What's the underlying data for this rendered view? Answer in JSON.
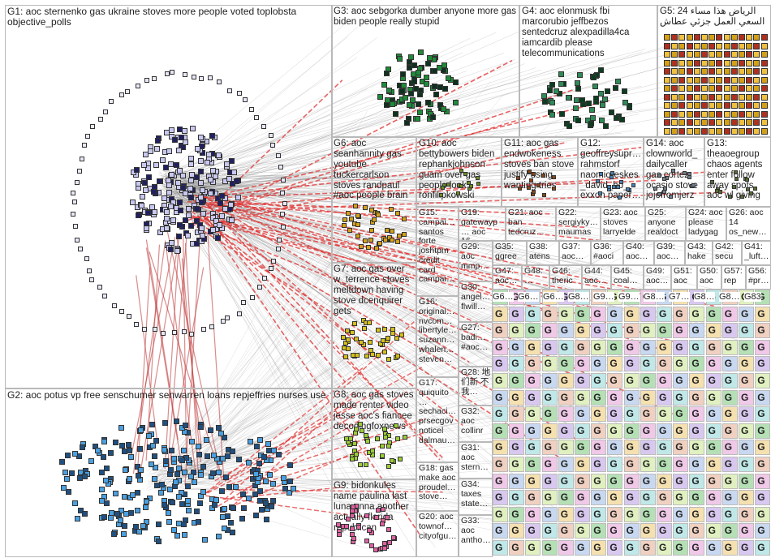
{
  "graph": {
    "title": "",
    "groups": [
      {
        "id": "G1",
        "label": "G1: aoc sternenko gas ukraine stoves more people voted toplobsta objective_polls",
        "color": "#1a1a66"
      },
      {
        "id": "G2",
        "label": "G2: aoc potus vp free senschumer senwarren loans repjeffries nurses use",
        "color": "#2a7fd4"
      },
      {
        "id": "G3",
        "label": "G3: aoc sebgorka dumber anyone more gas biden people really stupid",
        "color": "#1f8a3a"
      },
      {
        "id": "G4",
        "label": "G4: aoc elonmusk fbi marcorubio jeffbezos sentedcruz alexpadilla4ca iamcardib please telecommunications",
        "color": "#2e8b57"
      },
      {
        "id": "G5",
        "label": "G5: الرياض هذا مساء 24 السعي العمل جزئي عطاش",
        "color": "#c0392b"
      },
      {
        "id": "G6",
        "label": "G6: aoc seanhannity gas youtube tuckercarlson stoves randpaul #aoc people brain",
        "color": "#d4a017"
      },
      {
        "id": "G7",
        "label": "G7: aoc gas over w_terrence stoves meltdown having stove dcenquirer gets",
        "color": "#d4c017"
      },
      {
        "id": "G8",
        "label": "G8: aoc gas stoves made renter video jesse aoc's fiancee decodingfoxnews",
        "color": "#9acd32"
      },
      {
        "id": "G9",
        "label": "G9: bidonkules name paulina last luna anna another actually florida republican",
        "color": "#e060a0"
      },
      {
        "id": "G10",
        "label": "G10: aoc bettybowers biden rephankjohnson guam over gas people look ronfilipkowski",
        "color": "#6b8e23"
      },
      {
        "id": "G11",
        "label": "G11: aoc gas endwokeness stoves ban stove justify using wanting tries",
        "color": "#8b4513"
      },
      {
        "id": "G12",
        "label": "G12: geoffreysupr… rahmstorf naomioreskes _david_ho_ exxon paper…",
        "color": "#4682b4"
      },
      {
        "id": "G14",
        "label": "G14: aoc clownworld_ dailycaller gas cortez ocasio stove jojofromjerz…",
        "color": "#708090"
      },
      {
        "id": "G13",
        "label": "G13: theaoegroup chaos agents enter follow away spots aoc wl giving",
        "color": "#556b2f"
      },
      {
        "id": "G15",
        "label": "G15: campai… santos forte joshtpm credit card campai…",
        "color": "#daa520"
      },
      {
        "id": "G19",
        "label": "G19: gatewayp… aoc 16…",
        "color": "#800080"
      },
      {
        "id": "G21",
        "label": "G21: aoc ban tedcruz…",
        "color": "#b22222"
      },
      {
        "id": "G22",
        "label": "G22: sergiyky… maumas…",
        "color": "#a0522d"
      },
      {
        "id": "G23",
        "label": "G23: aoc stoves larryelde…",
        "color": "#2f4f4f"
      },
      {
        "id": "G24",
        "label": "G24: aoc please ladygag…",
        "color": "#ff8c00"
      },
      {
        "id": "G25",
        "label": "G25: anyone realdoct…",
        "color": "#20b2aa"
      },
      {
        "id": "G26",
        "label": "G26: aoc 14 os_new…",
        "color": "#9370db"
      },
      {
        "id": "G29",
        "label": "G29: aoc mmp…",
        "color": "#3cb371"
      },
      {
        "id": "G35",
        "label": "G35: ggree…",
        "color": "#ba55d3"
      },
      {
        "id": "G38",
        "label": "G38: atens…",
        "color": "#cd5c5c"
      },
      {
        "id": "G37",
        "label": "G37: aoc…",
        "color": "#4169e1"
      },
      {
        "id": "G36",
        "label": "G36: #aoci…",
        "color": "#008080"
      },
      {
        "id": "G40",
        "label": "G40: aoc…",
        "color": "#b8860b"
      },
      {
        "id": "G39",
        "label": "G39: aoc…",
        "color": "#5f9ea0"
      },
      {
        "id": "G43",
        "label": "G43: hake…",
        "color": "#8fbc8f"
      },
      {
        "id": "G42",
        "label": "G42: secu…",
        "color": "#d2691e"
      },
      {
        "id": "G41",
        "label": "G41: _luft…",
        "color": "#6495ed"
      },
      {
        "id": "G30",
        "label": "G30: angel… flwill…",
        "color": "#dc143c"
      },
      {
        "id": "G47",
        "label": "G47: aoc…",
        "color": "#00ced1"
      },
      {
        "id": "G48",
        "label": "G48: …",
        "color": "#9400d3"
      },
      {
        "id": "G46",
        "label": "G46: theric…",
        "color": "#ff1493"
      },
      {
        "id": "G44",
        "label": "G44: aoc…",
        "color": "#228b22"
      },
      {
        "id": "G45",
        "label": "G45: coal…",
        "color": "#daa520"
      },
      {
        "id": "G49",
        "label": "G49: aoc…",
        "color": "#4b0082"
      },
      {
        "id": "G51",
        "label": "G51: aoc…",
        "color": "#f08080"
      },
      {
        "id": "G50",
        "label": "G50: aoc…",
        "color": "#90ee90"
      },
      {
        "id": "G57",
        "label": "G57: rep…",
        "color": "#add8e6"
      },
      {
        "id": "G56",
        "label": "G56: #pr…",
        "color": "#dda0dd"
      },
      {
        "id": "G16",
        "label": "G16: original… nvcom… libertyle… suzann… whalen… steven…",
        "color": "#b03060"
      },
      {
        "id": "G27",
        "label": "G27: badi… #aoc…",
        "color": "#8b008b"
      },
      {
        "id": "G28",
        "label": "G28: 地们新 不我…",
        "color": "#483d8b"
      },
      {
        "id": "G17",
        "label": "G17: quiquito… sechaci… prsecgov noticel dalmau…",
        "color": "#2e8b57"
      },
      {
        "id": "G32",
        "label": "G32: aoc collinr…",
        "color": "#6a5acd"
      },
      {
        "id": "G18",
        "label": "G18: gas make aoc proudel… stove…",
        "color": "#bc8f8f"
      },
      {
        "id": "G31",
        "label": "G31: aoc stern…",
        "color": "#4682b4"
      },
      {
        "id": "G34",
        "label": "G34: taxes state…",
        "color": "#9932cc"
      },
      {
        "id": "G20",
        "label": "G20: aoc townof… cityofgu…",
        "color": "#3b8686"
      },
      {
        "id": "G33",
        "label": "G33: aoc antho…",
        "color": "#8b4513"
      }
    ],
    "small_group_tile_label": "G",
    "small_group_labels": [
      "G6…",
      "G6…",
      "G6…",
      "G8…",
      "G9…",
      "G9…",
      "G8…",
      "G7…",
      "G8…",
      "G8…",
      "G83"
    ]
  }
}
